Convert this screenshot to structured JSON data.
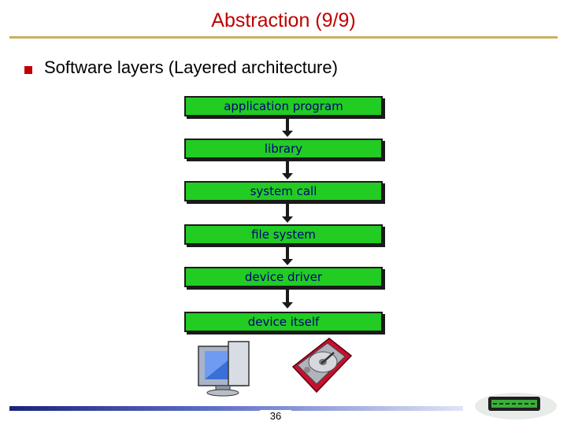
{
  "title": "Abstraction (9/9)",
  "bullet": "Software layers (Layered architecture)",
  "layers": [
    "application program",
    "library",
    "system call",
    "file system",
    "device driver",
    "device itself"
  ],
  "page_number": "36",
  "colors": {
    "title": "#c00000",
    "layer_fill": "#22cc22",
    "layer_text": "#00007a",
    "rule": "#c8b060"
  },
  "icons": [
    "monitor-icon",
    "hard-disk-icon",
    "logo-image"
  ]
}
